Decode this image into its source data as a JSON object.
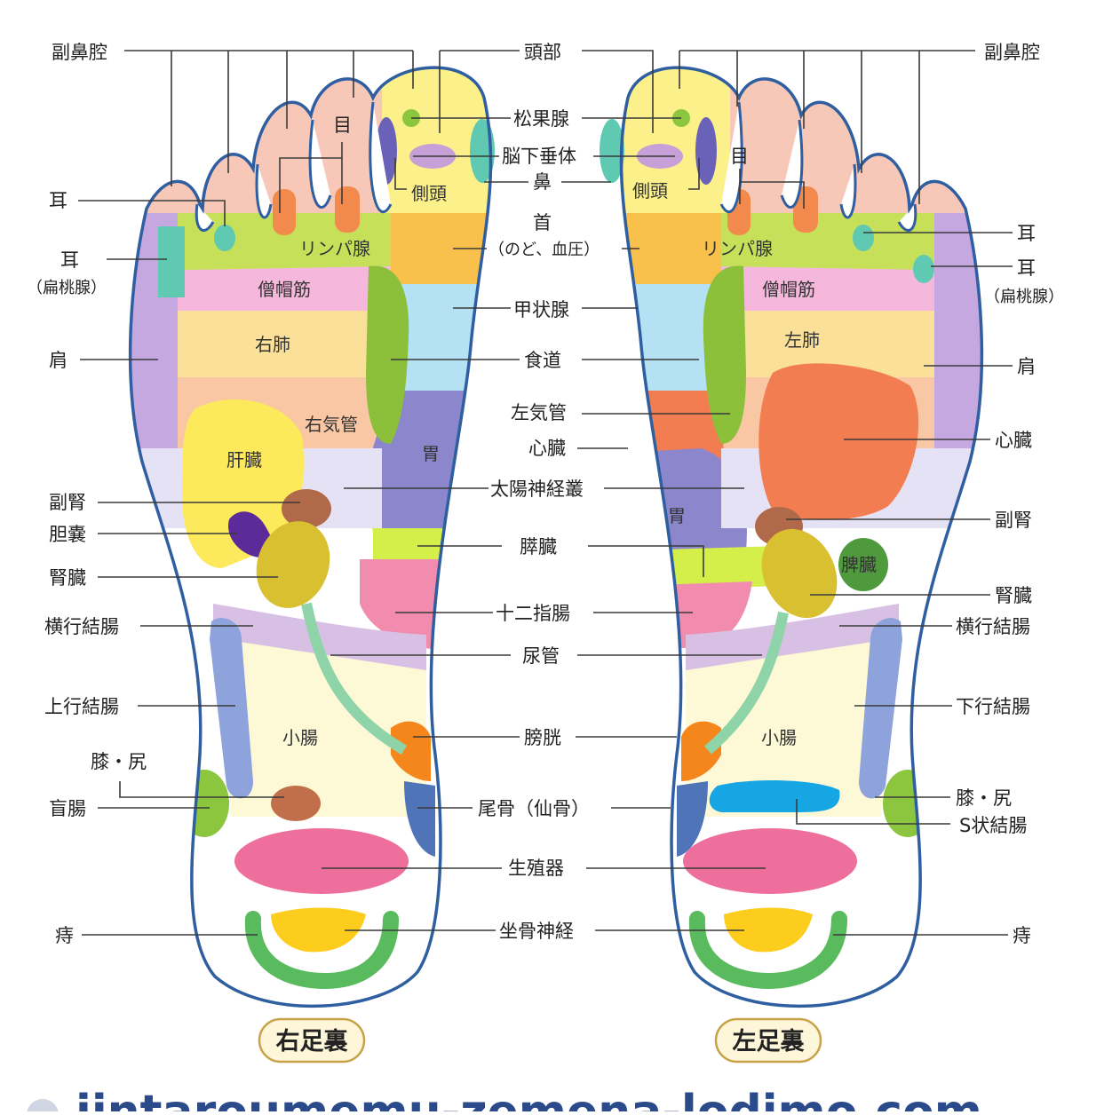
{
  "labels": {
    "sinus": "副鼻腔",
    "head": "頭部",
    "pineal": "松果腺",
    "pituitary": "脳下垂体",
    "nose": "鼻",
    "temporal": "側頭",
    "eye": "目",
    "ear": "耳",
    "neck": "首",
    "neck_sub": "（のど、血圧）",
    "ear_tonsil": "耳",
    "tonsil_sub": "（扁桃腺）",
    "lymph": "リンパ腺",
    "trapezius": "僧帽筋",
    "thyroid": "甲状腺",
    "shoulder": "肩",
    "right_lung": "右肺",
    "left_lung": "左肺",
    "esophagus": "食道",
    "left_bronchus": "左気管",
    "right_bronchus": "右気管",
    "liver": "肝臓",
    "stomach": "胃",
    "heart": "心臓",
    "solar_plexus": "太陽神経叢",
    "adrenal": "副腎",
    "gallbladder": "胆嚢",
    "pancreas": "膵臓",
    "spleen": "脾臓",
    "kidney": "腎臓",
    "duodenum": "十二指腸",
    "transverse_colon": "横行結腸",
    "ureter": "尿管",
    "ascending_colon": "上行結腸",
    "descending_colon": "下行結腸",
    "small_intestine": "小腸",
    "bladder": "膀胱",
    "knee_hip": "膝・尻",
    "cecum": "盲腸",
    "sigmoid": "S状結腸",
    "coccyx": "尾骨（仙骨）",
    "genitals": "生殖器",
    "sciatic": "坐骨神経",
    "hemorrhoids": "痔"
  },
  "titles": {
    "right_sole": "右足裏",
    "left_sole": "左足裏"
  },
  "watermark": "jintaroumemu-zemena-lodimo.com",
  "colors": {
    "outline": "#2f5fa0",
    "toe_pink": "#f7c8b8",
    "head_yellow": "#fbf08a",
    "temporal_teal": "#5fc9b2",
    "eye_orange": "#f28a4e",
    "lymph_green": "#c6e05a",
    "neck_orange": "#f9c14c",
    "thyroid_blue": "#b4e2f4",
    "lung_yellow": "#fbe09a",
    "bronchus_peach": "#f9c7a4",
    "stomach_purple": "#8c86cc",
    "heart_orange": "#f27d50",
    "liver_yellow": "#fde95c",
    "kidney_olive": "#d8c030",
    "duodenum_pink": "#f28cae",
    "colon_lavender": "#d8c0e4",
    "genital_pink": "#ee6f9c",
    "sciatic_yellow": "#fccd1c",
    "hemorrhoid_green": "#59bb5e"
  }
}
